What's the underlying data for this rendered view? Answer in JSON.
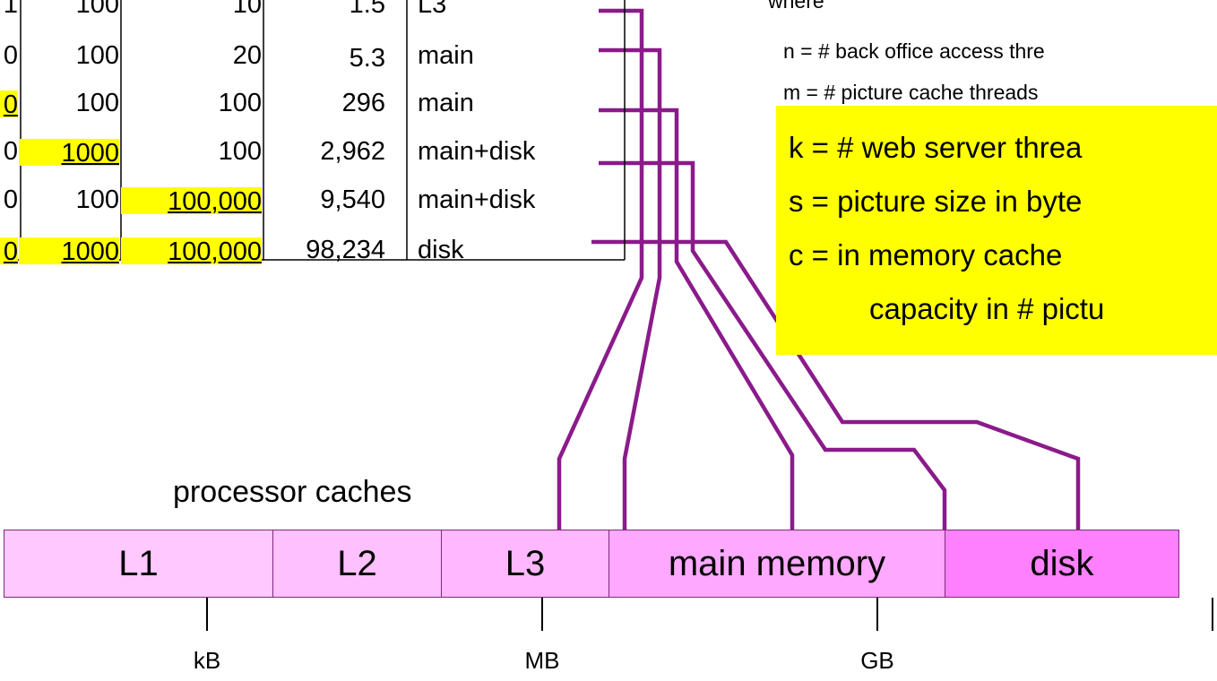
{
  "table": {
    "rows": [
      {
        "c0": "1",
        "c1": "100",
        "c2": "10",
        "c3": "1.5",
        "level": "L3",
        "hl": [
          false,
          false,
          false
        ]
      },
      {
        "c0": "0",
        "c1": "100",
        "c2": "20",
        "c3": "5.3",
        "level": "main",
        "hl": [
          false,
          false,
          false
        ]
      },
      {
        "c0": "0",
        "c1": "100",
        "c2": "100",
        "c3": "296",
        "level": "main",
        "hl": [
          true,
          false,
          false
        ]
      },
      {
        "c0": "0",
        "c1": "1000",
        "c2": "100",
        "c3": "2,962",
        "level": "main+disk",
        "hl": [
          false,
          true,
          false
        ]
      },
      {
        "c0": "0",
        "c1": "100",
        "c2": "100,000",
        "c3": "9,540",
        "level": "main+disk",
        "hl": [
          false,
          false,
          true
        ]
      },
      {
        "c0": "0",
        "c1": "1000",
        "c2": "100,000",
        "c3": "98,234",
        "level": "disk",
        "hl": [
          true,
          true,
          true
        ]
      }
    ]
  },
  "legend": {
    "where": "where",
    "n_def": "n = # back office access thre",
    "m_def": "m = # picture cache threads",
    "k_def": "k = # web server threa",
    "s_def": "s = picture size in byte",
    "c_def": "c = in memory cache",
    "c_def2": "capacity in # pictu"
  },
  "hierarchy": {
    "caption": "processor caches",
    "segments": [
      {
        "label": "L1",
        "color": "#ffc8ff"
      },
      {
        "label": "L2",
        "color": "#ffc0ff"
      },
      {
        "label": "L3",
        "color": "#ffb8ff"
      },
      {
        "label": "main memory",
        "color": "#ffa8ff"
      },
      {
        "label": "disk",
        "color": "#ff80ff"
      }
    ],
    "units": [
      "kB",
      "MB",
      "GB"
    ]
  },
  "colors": {
    "wire": "#8b1a8b",
    "highlight": "#ffff00",
    "segment_border": "#7b2a7b"
  }
}
